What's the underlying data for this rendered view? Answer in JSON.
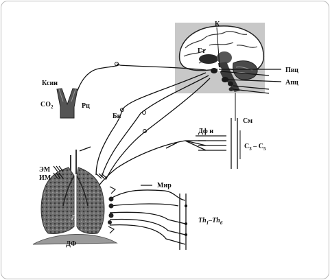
{
  "labels": {
    "cortex": "К",
    "hypothalamus": "Гт",
    "pvc": "Пвц",
    "apc": "Апц",
    "ksin": "Ксин",
    "co2": "CO",
    "co2_sub": "2",
    "rc": "Рц",
    "bn": "Бн",
    "dfn": "Дф н",
    "sm": "См",
    "c_range_c": "C",
    "c_range_sub1": "3",
    "c_range_dash": " – C",
    "c_range_sub2": "5",
    "em": "ЭМ",
    "im": "ИМ",
    "mir": "Мир",
    "th_a": "Th",
    "th_sub1": "1",
    "th_dash": "–Th",
    "th_sub2": "6",
    "lung": "Л",
    "diaphragm": "ДФ"
  },
  "colors": {
    "brain_panel": "#c8c8c8",
    "lung_dark": "#4a4a4a",
    "lung_mid": "#8a8a8a",
    "frame_border": "#b9b9b9"
  }
}
